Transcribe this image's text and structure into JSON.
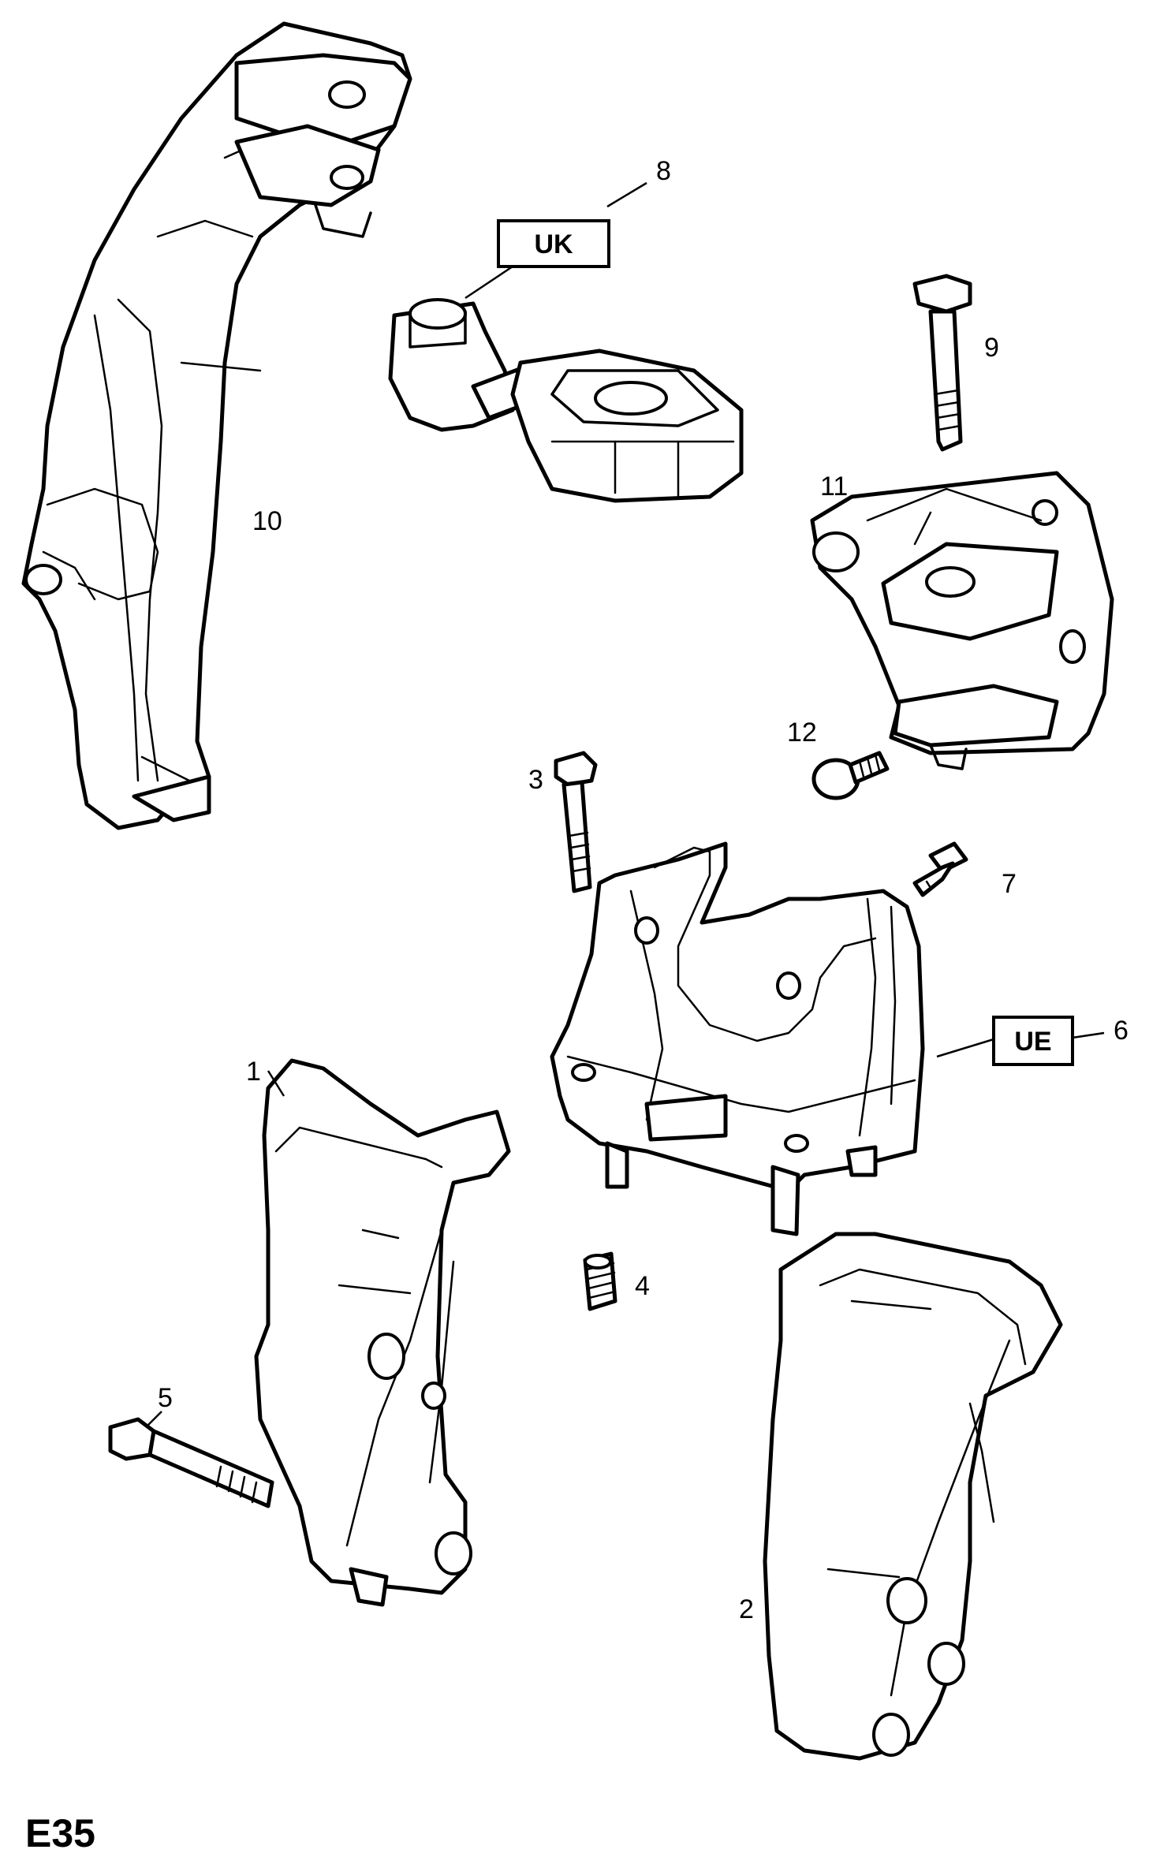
{
  "diagram": {
    "id_label": "E35",
    "callouts": [
      {
        "key": "p1",
        "label": "1"
      },
      {
        "key": "p2",
        "label": "2"
      },
      {
        "key": "p3",
        "label": "3"
      },
      {
        "key": "p4",
        "label": "4"
      },
      {
        "key": "p5",
        "label": "5"
      },
      {
        "key": "p6",
        "label": "6"
      },
      {
        "key": "p7",
        "label": "7"
      },
      {
        "key": "p8",
        "label": "8"
      },
      {
        "key": "p9",
        "label": "9"
      },
      {
        "key": "p10",
        "label": "10"
      },
      {
        "key": "p11",
        "label": "11"
      },
      {
        "key": "p12",
        "label": "12"
      }
    ],
    "tags": {
      "uk": "UK",
      "ue": "UE"
    }
  }
}
